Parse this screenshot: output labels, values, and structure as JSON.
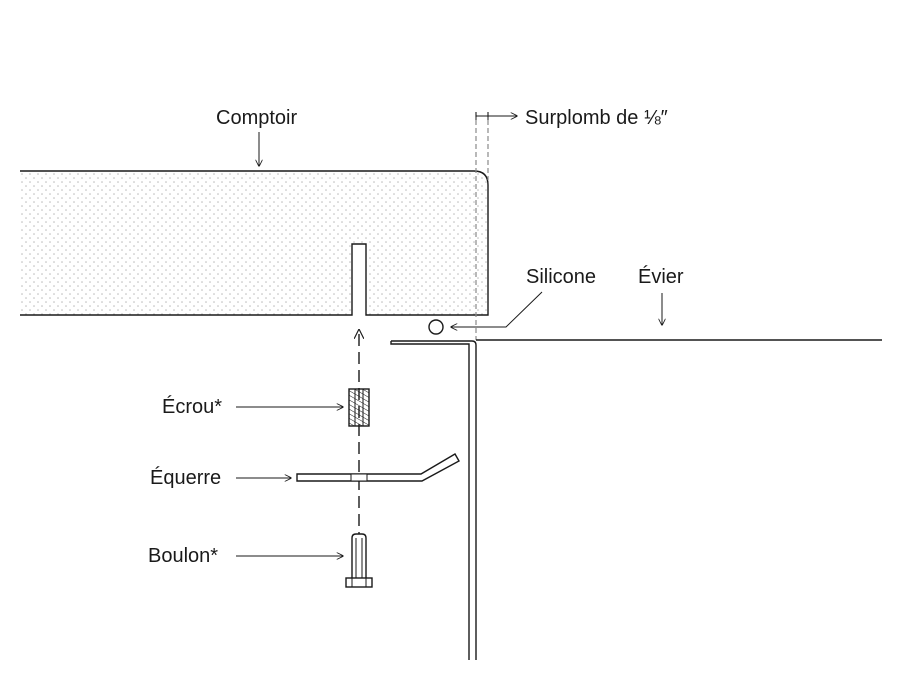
{
  "labels": {
    "countertop": "Comptoir",
    "overhang": "Surplomb de ⅛″",
    "silicone": "Silicone",
    "sink": "Évier",
    "nut": "Écrou*",
    "bracket": "Équerre",
    "bolt": "Boulon*"
  },
  "colors": {
    "line": "#1a1a1a",
    "dots": "#b5b5b5",
    "guide": "#8a8a8a"
  }
}
